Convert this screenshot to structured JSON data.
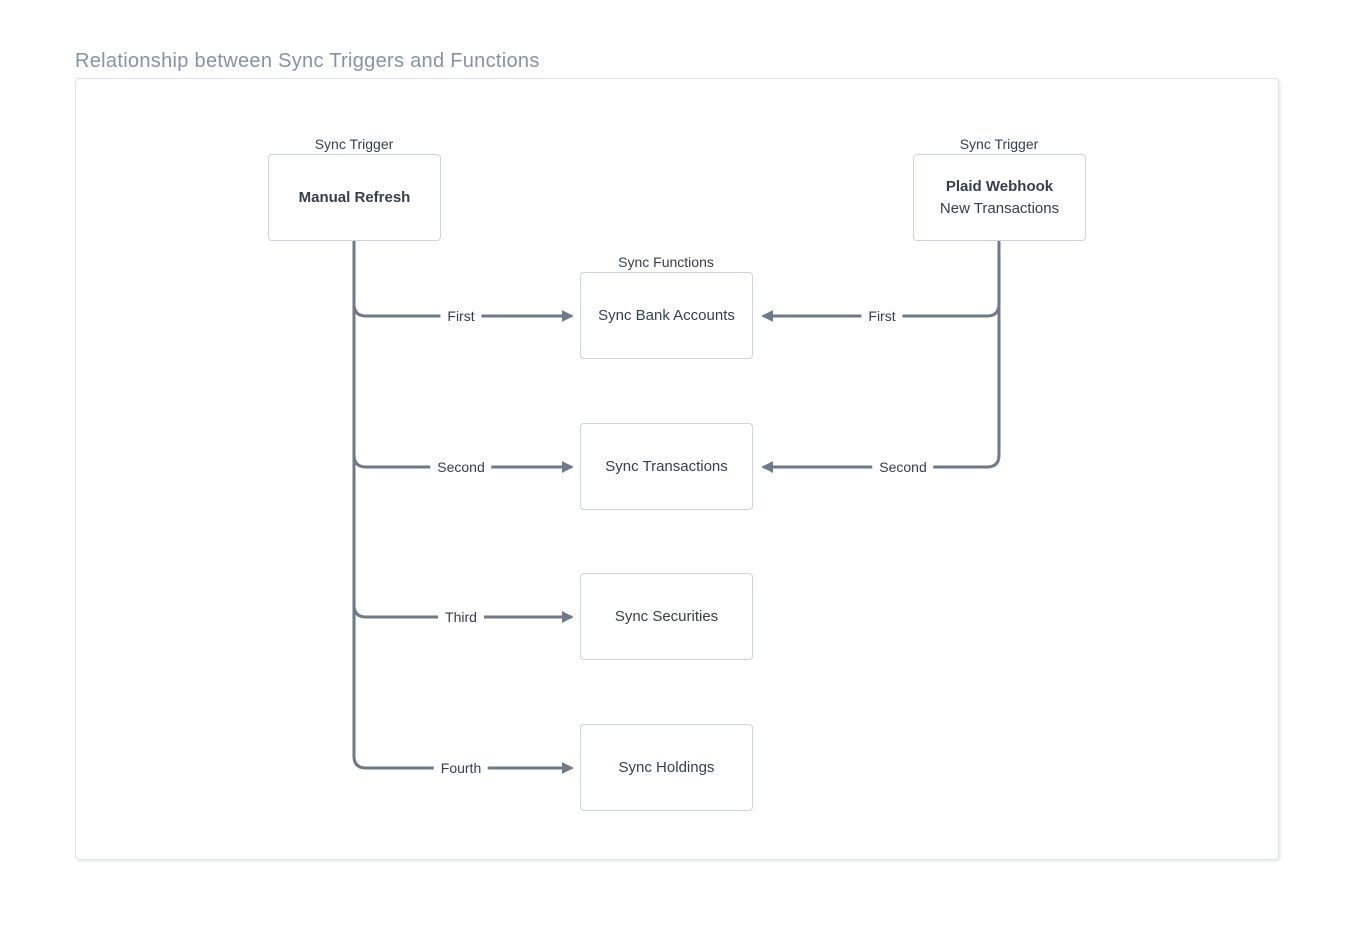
{
  "page": {
    "title": "Relationship between Sync Triggers and Functions"
  },
  "diagram": {
    "triggers": [
      {
        "caption": "Sync Trigger",
        "title": "Manual Refresh",
        "subtitle": ""
      },
      {
        "caption": "Sync Trigger",
        "title": "Plaid Webhook",
        "subtitle": "New Transactions"
      }
    ],
    "functions_caption": "Sync Functions",
    "functions": [
      {
        "label": "Sync Bank Accounts"
      },
      {
        "label": "Sync Transactions"
      },
      {
        "label": "Sync Securities"
      },
      {
        "label": "Sync Holdings"
      }
    ],
    "edges": {
      "manual_refresh": {
        "labels": [
          "First",
          "Second",
          "Third",
          "Fourth"
        ]
      },
      "plaid_webhook": {
        "labels": [
          "First",
          "Second"
        ]
      }
    },
    "colors": {
      "line": "#6e7a89",
      "box_border": "#ccd4de",
      "text": "#343f4d",
      "title": "#8593a3",
      "container_border": "#dde3ea"
    }
  }
}
